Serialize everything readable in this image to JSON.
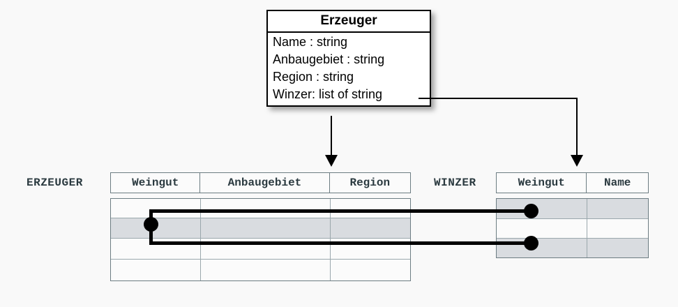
{
  "diagram": {
    "background_color": "#f9f9f9",
    "line_color": "#000000",
    "table_border_color": "#6c7c82",
    "row_shade_color": "#d9dce0"
  },
  "uml_class": {
    "name": "Erzeuger",
    "attributes": [
      "Name : string",
      "Anbaugebiet : string",
      "Region : string",
      "Winzer: list of string"
    ]
  },
  "tables": [
    {
      "label": "ERZEUGER",
      "columns": [
        "Weingut",
        "Anbaugebiet",
        "Region"
      ],
      "rows": [
        {
          "shaded": false,
          "cells": [
            "",
            "",
            ""
          ]
        },
        {
          "shaded": true,
          "cells": [
            "",
            "",
            ""
          ]
        },
        {
          "shaded": false,
          "cells": [
            "",
            "",
            ""
          ]
        },
        {
          "shaded": false,
          "cells": [
            "",
            "",
            ""
          ]
        }
      ]
    },
    {
      "label": "WINZER",
      "columns": [
        "Weingut",
        "Name"
      ],
      "rows": [
        {
          "shaded": true,
          "cells": [
            "",
            ""
          ]
        },
        {
          "shaded": false,
          "cells": [
            "",
            ""
          ]
        },
        {
          "shaded": true,
          "cells": [
            "",
            ""
          ]
        }
      ]
    }
  ],
  "connectors": {
    "class_to_erzeuger": "arrow-down",
    "class_to_winzer": "elbow-arrow-down",
    "erzeuger_to_winzer_links": 2
  }
}
